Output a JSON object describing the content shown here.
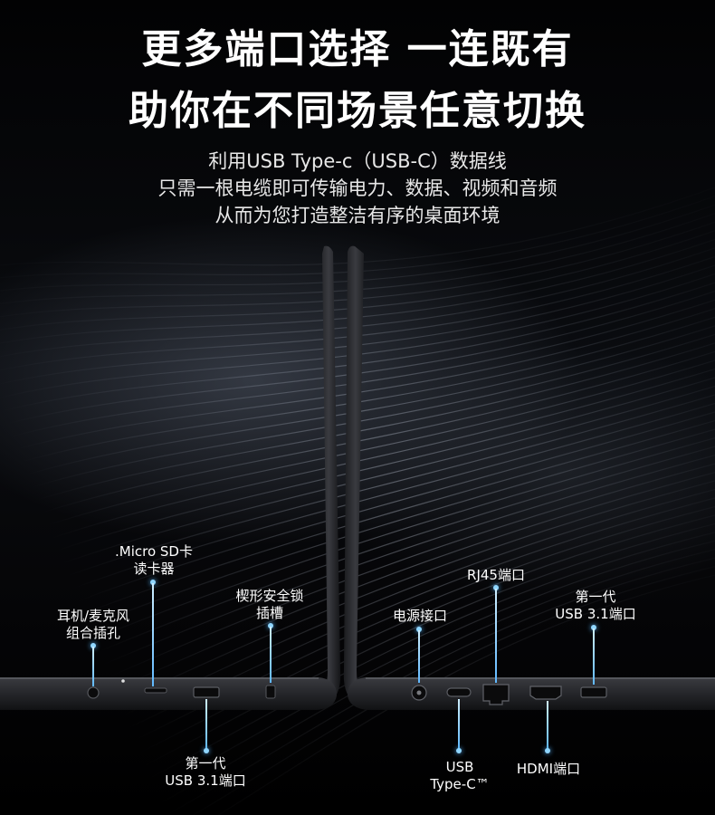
{
  "headline": {
    "line1": "更多端口选择  一连既有",
    "line2": "助你在不同场景任意切换"
  },
  "subtitle": {
    "line1": "利用USB Type-c（USB-C）数据线",
    "line2": "只需一根电缆即可传输电力、数据、视频和音频",
    "line3": "从而为您打造整洁有序的桌面环境"
  },
  "ports_left": {
    "audio": {
      "line1": "耳机/麦克风",
      "line2": "组合插孔"
    },
    "microsd": {
      "line1": ".Micro SD卡",
      "line2": "读卡器"
    },
    "usb": {
      "line1": "第一代",
      "line2": "USB 3.1端口"
    },
    "lock": {
      "line1": "楔形安全锁",
      "line2": "插槽"
    }
  },
  "ports_right": {
    "power": {
      "line1": "电源接口"
    },
    "usbc": {
      "line1": "USB",
      "line2": "Type-C™"
    },
    "rj45": {
      "line1": "RJ45端口"
    },
    "hdmi": {
      "line1": "HDMI端口"
    },
    "usb": {
      "line1": "第一代",
      "line2": "USB 3.1端口"
    }
  },
  "colors": {
    "background": "#000000",
    "accent": "#5fb8ff",
    "text": "#ffffff"
  }
}
